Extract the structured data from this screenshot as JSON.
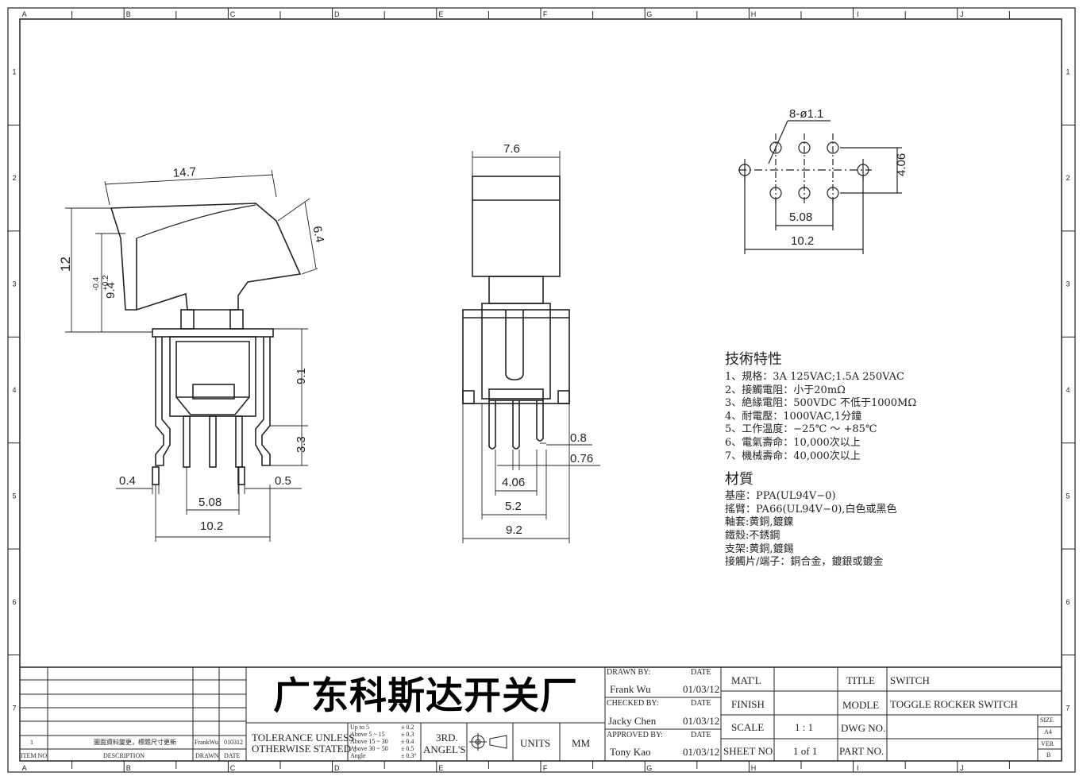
{
  "border": {
    "columns": [
      "A",
      "B",
      "C",
      "D",
      "E",
      "F",
      "G",
      "H",
      "I",
      "J"
    ],
    "rows": [
      "1",
      "2",
      "3",
      "4",
      "5",
      "6",
      "7"
    ]
  },
  "views": {
    "side": {
      "top_length": "14.7",
      "rocker_right": "6.4",
      "overall_height": "12",
      "rocker_height": "9.4",
      "rocker_tol_plus": "+0.2",
      "rocker_tol_minus": "-0.4",
      "body_height": "9.1",
      "pin_length": "3.3",
      "pin_left": "0.4",
      "pin_right": "0.5",
      "pin_pitch": "5.08",
      "width": "10.2"
    },
    "front": {
      "top_width": "7.6",
      "pin_w1": "0.8",
      "pin_w2": "0.76",
      "pitch": "4.06",
      "inner": "5.2",
      "overall": "9.2"
    },
    "footprint": {
      "holes": "8-ø1.1",
      "vertical": "4.06",
      "pitch": "5.08",
      "width": "10.2"
    }
  },
  "spec": {
    "title": "技術特性",
    "lines": [
      "1、規格：3A 125VAC;1.5A 250VAC",
      "2、接觸電阻：小于20mΩ",
      "3、絶緣電阻：500VDC 不低于1000MΩ",
      "4、耐電壓：1000VAC,1分鐘",
      "5、工作温度：−25℃ ～ +85℃",
      "6、電氣壽命：10,000次以上",
      "7、機械壽命：40,000次以上"
    ],
    "material_title": "材質",
    "materials": [
      "基座：PPA(UL94V−0)",
      "搖臂：PA66(UL94V−0),白色或黑色",
      "軸套:黄銅,鍍鎳",
      "鐵殼:不銹鋼",
      "支架:黄銅,鍍錫",
      "接觸片/端子：銅合金，鍍銀或鍍金"
    ]
  },
  "title_block": {
    "revision": {
      "item": "1",
      "description": "圖面資料變更，標題尺寸更新",
      "drawn": "FrankWu",
      "date": "010312"
    },
    "headers": {
      "item_no": "ITEM NO.",
      "description": "DESCRIPTION",
      "drawn": "DRAWN",
      "date": "DATE"
    },
    "company": "广东科斯达开关厂",
    "tolerance_label_1": "TOLERANCE UNLESS",
    "tolerance_label_2": "OTHERWISE STATED :",
    "tolerance": [
      {
        "range": "Up to 5",
        "value": "± 0.2"
      },
      {
        "range": "Above 5 ~ 15",
        "value": "± 0.3"
      },
      {
        "range": "Above 15 ~ 30",
        "value": "± 0.4"
      },
      {
        "range": "Above 30 ~ 50",
        "value": "± 0.5"
      },
      {
        "range": "Angle",
        "value": "± 0.3°"
      }
    ],
    "angle_1": "3RD.",
    "angle_2": "ANGEL'S",
    "units_label": "UNITS",
    "units": "MM",
    "drawn_by_label": "DRAWN BY:",
    "drawn_by": "Frank Wu",
    "drawn_date": "01/03/12",
    "checked_by_label": "CHECKED BY:",
    "checked_by": "Jacky Chen",
    "checked_date": "01/03/12",
    "approved_by_label": "APPROVED BY:",
    "approved_by": "Tony Kao",
    "approved_date": "01/03/12",
    "date_label": "DATE",
    "matl_label": "MAT'L",
    "finish_label": "FINISH",
    "scale_label": "SCALE",
    "scale": "1 : 1",
    "sheet_label": "SHEET NO.",
    "sheet": "1 of 1",
    "title_label": "TITLE",
    "title": "SWITCH",
    "model_label": "MODLE",
    "model": "TOGGLE ROCKER SWITCH",
    "dwg_label": "DWG NO.",
    "part_label": "PART NO.",
    "size_label": "SIZE",
    "size": "A4",
    "ver_label": "VER",
    "ver": "B"
  }
}
